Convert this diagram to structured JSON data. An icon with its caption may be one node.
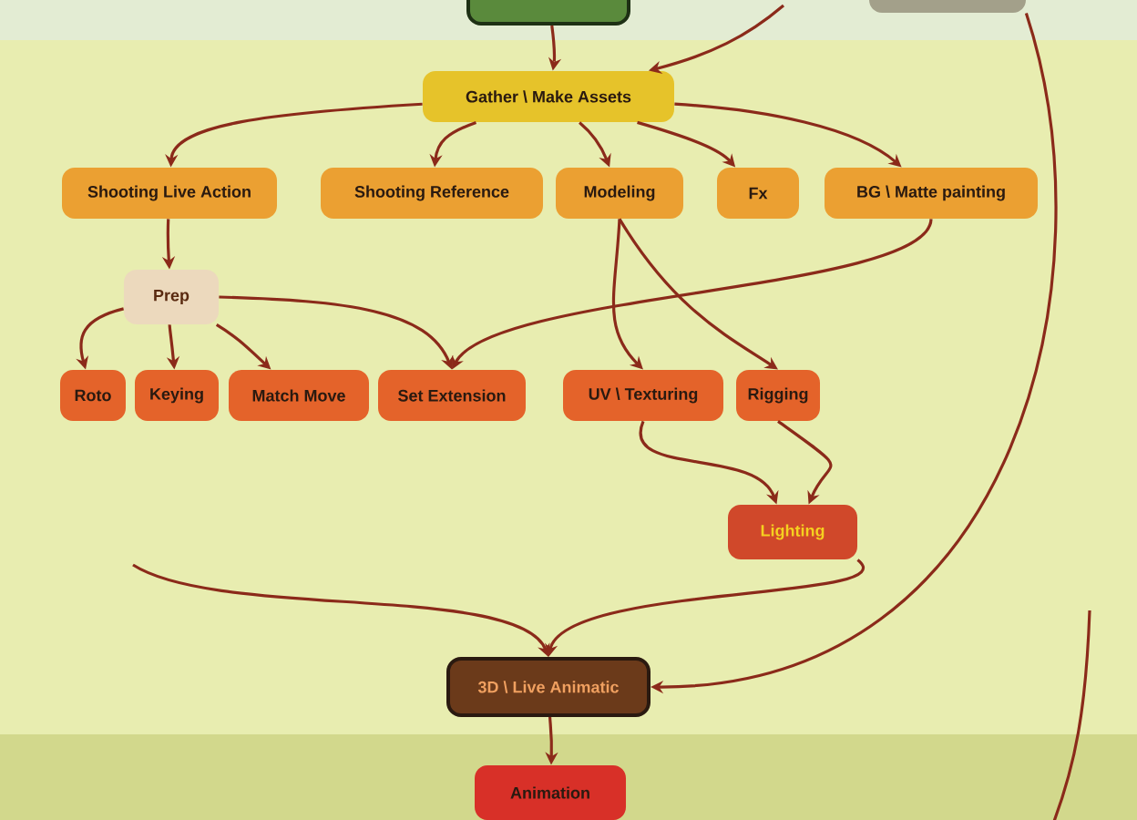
{
  "diagram": {
    "nodes": [
      {
        "text": [],
        "shape": "box"
      },
      {
        "text": [],
        "shape": "box"
      },
      {
        "text": [
          "Gather \\ Make Assets"
        ]
      },
      {
        "text": [
          "Shooting Live Action"
        ]
      },
      {
        "text": [
          "Shooting Reference"
        ]
      },
      {
        "text": [
          "Modeling"
        ]
      },
      {
        "text": [
          "Fx"
        ]
      },
      {
        "text": [
          "BG \\ Matte painting"
        ]
      },
      {
        "text": [
          "Prep"
        ]
      },
      {
        "text": [
          "Roto"
        ]
      },
      {
        "text": [
          "Keying"
        ]
      },
      {
        "text": [
          "Match Move"
        ]
      },
      {
        "text": [
          "Set Extension"
        ]
      },
      {
        "text": [
          "UV \\ Texturing"
        ]
      },
      {
        "text": [
          "Rigging"
        ]
      },
      {
        "text": [
          "Lighting"
        ]
      },
      {
        "text": [
          "3D \\ Live Animatic"
        ]
      },
      {
        "text": [
          "Animation"
        ]
      }
    ],
    "edges": [
      {
        "from": 0,
        "to": 2,
        "arrow": "to"
      },
      {
        "from": null,
        "to": 2,
        "arrow": "to"
      },
      {
        "from": 2,
        "to": 3,
        "arrow": "to"
      },
      {
        "from": 2,
        "to": 4,
        "arrow": "to"
      },
      {
        "from": 2,
        "to": 5,
        "arrow": "to"
      },
      {
        "from": 2,
        "to": 6,
        "arrow": "to"
      },
      {
        "from": 2,
        "to": 7,
        "arrow": "to"
      },
      {
        "from": 3,
        "to": 8,
        "arrow": "to"
      },
      {
        "from": 8,
        "to": 9,
        "arrow": "to"
      },
      {
        "from": 8,
        "to": 10,
        "arrow": "to"
      },
      {
        "from": 8,
        "to": 11,
        "arrow": "to"
      },
      {
        "from": 8,
        "to": 12,
        "arrow": "to"
      },
      {
        "from": 7,
        "to": 12,
        "arrow": "to"
      },
      {
        "from": 5,
        "to": 13,
        "arrow": "to"
      },
      {
        "from": 5,
        "to": 14,
        "arrow": "to"
      },
      {
        "from": 13,
        "to": 15,
        "arrow": "to"
      },
      {
        "from": 14,
        "to": 15,
        "arrow": "to"
      },
      {
        "from": null,
        "to": 16,
        "arrow": "to"
      },
      {
        "from": 15,
        "to": 16,
        "arrow": "to"
      },
      {
        "from": 1,
        "to": 16,
        "arrow": "to"
      },
      {
        "from": 16,
        "to": 17,
        "arrow": "to"
      }
    ]
  }
}
